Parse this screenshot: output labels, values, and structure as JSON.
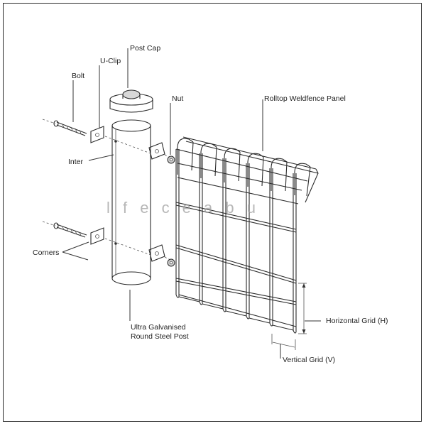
{
  "labels": {
    "post_cap": "Post Cap",
    "u_clip": "U-Clip",
    "bolt": "Bolt",
    "nut": "Nut",
    "panel": "Rolltop Weldfence Panel",
    "inter": "Inter",
    "corners": "Corners",
    "post_line1": "Ultra Galvanised",
    "post_line2": "Round Steel Post",
    "horizontal_grid": "Horizontal Grid (H)",
    "vertical_grid": "Vertical Grid (V)"
  },
  "watermark": "l f e c e a b u",
  "colors": {
    "line": "#2b2b2b",
    "text": "#222222",
    "background": "#ffffff"
  }
}
